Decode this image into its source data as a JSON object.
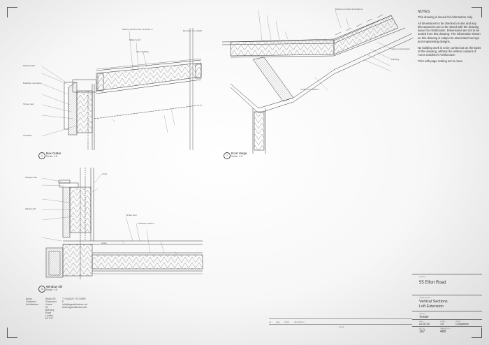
{
  "notes": {
    "heading": "NOTES",
    "paragraphs": [
      "This drawing is issued for information only.",
      "All dimensions to be checked on site and any discrepancies are to be raised with the drawing issuer for clarification. Dimensions are not to be scaled from this drawing. The information shown on this drawing is subject to associated surveys and engineering designs.",
      "No building work is to be carried out on the basis of this drawing, without the written consent of Amos Goldreich Architecture.",
      "Print with page scaling set to none."
    ]
  },
  "details": {
    "box_gutter": {
      "number": "1",
      "title": "Box Gutter",
      "scale": "Scale: 1:5"
    },
    "roof_verge": {
      "number": "2",
      "title": "Roof Verge",
      "scale": "Scale: 1:5"
    },
    "window_sill": {
      "number": "3",
      "title": "Window Sill",
      "scale": "Scale: 1:5"
    }
  },
  "annotations": {
    "a1": "Skirting board to Sim, and tied in",
    "a2": "Ridge board",
    "a3": "Elevation of rooflight",
    "a4": "Zinc cladding",
    "a5": "Plasterboard",
    "a6": "Breather membrane",
    "a7": "Timber joist",
    "a8": "Insulation",
    "a9": "Existing roof tiles and battens",
    "a10": "Timber 47 x 150mm",
    "a11": "Vapour control layer",
    "a12": "Flashing",
    "a13": "Parapet wall",
    "a14": "Lintel",
    "a15": "Window sill",
    "a16": "Timber floor",
    "a17": "Insulation 100mm",
    "a18": "Joists"
  },
  "project": {
    "label_project": "project",
    "address": "55 Elfort Road",
    "label_drawing": "drawing title",
    "title_line1": "Vertical Sections",
    "title_line2": "Loft Extension",
    "label_status": "status",
    "status": "Tender",
    "label_date": "date",
    "date": "20.06.16",
    "label_scale": "scale",
    "scale": "1:5",
    "label_stage": "stage",
    "stage": "Completion",
    "label_job": "job no",
    "job_no": "107",
    "label_dwg": "drawing no",
    "drawing_no": "400"
  },
  "office": {
    "line1": "Amos Goldreich",
    "line2": "Architecture",
    "studio1": "Studio 30",
    "studio2": "Grosvenor House",
    "studio3": "24 Brewery Road",
    "studio4": "London N7 9JT",
    "phone": "T +44(0)20 7272 6592",
    "email": "E info@agarchitecture.net",
    "web": "www.agarchitecture.net"
  },
  "revisions": {
    "col1": "no",
    "col2": "date",
    "col3": "initial",
    "col4": "description",
    "col5": "check"
  }
}
